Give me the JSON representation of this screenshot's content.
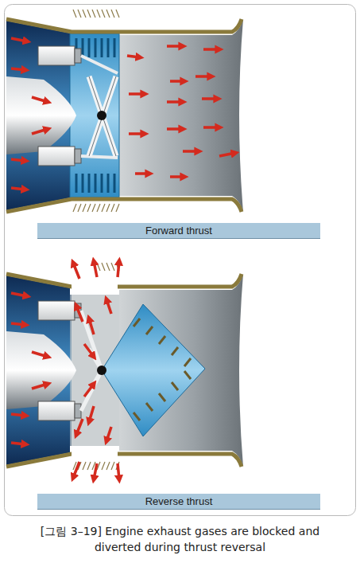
{
  "diagram": {
    "caption": "[그림 3–19] Engine exhaust gases are blocked and diverted during thrust reversal",
    "nodes": [
      {
        "text": [
          "Forward thrust"
        ]
      },
      {
        "text": [
          "Reverse thrust"
        ]
      }
    ]
  }
}
